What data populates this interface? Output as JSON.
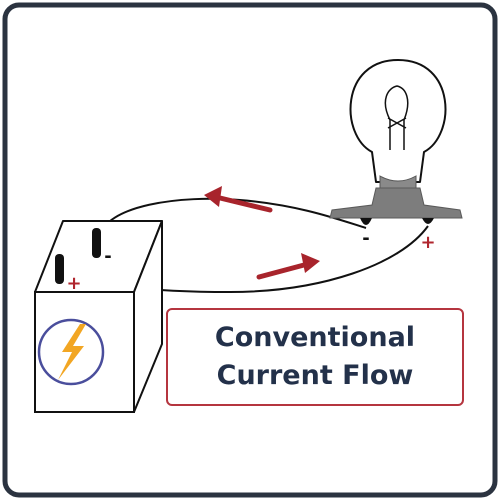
{
  "diagram": {
    "title_lines": [
      "Conventional",
      "Current Flow"
    ],
    "battery": {
      "positive_terminal_label": "+",
      "negative_terminal_label": "-",
      "icon": "lightning-bolt-icon"
    },
    "bulb": {
      "negative_terminal_label": "-",
      "positive_terminal_label": "+"
    },
    "arrows": [
      "current-direction-arrow-upper",
      "current-direction-arrow-lower"
    ],
    "colors": {
      "frame": "#2b3340",
      "title_text": "#23314a",
      "title_border": "#b5353f",
      "arrow": "#a8242c",
      "plus_sign": "#b0262e",
      "bolt": "#f2a623",
      "bolt_circle": "#4a4e9c",
      "bulb_base": "#7d7d7d",
      "wire": "#111111"
    }
  }
}
